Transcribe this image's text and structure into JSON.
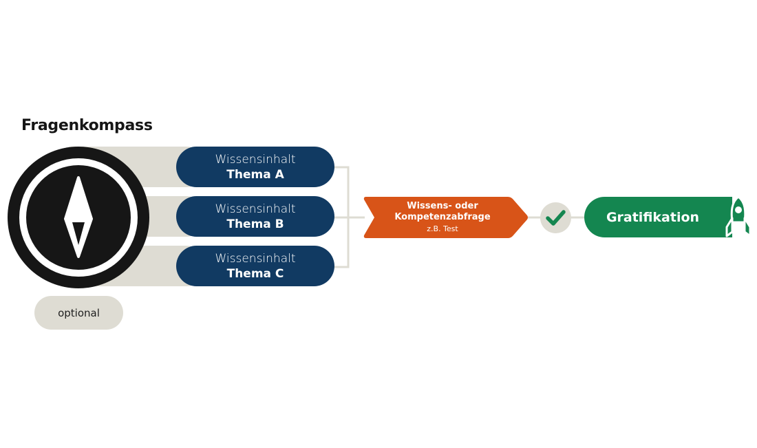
{
  "title": "Fragenkompass",
  "topics": [
    {
      "line1": "Wissensinhalt",
      "line2": "Thema A"
    },
    {
      "line1": "Wissensinhalt",
      "line2": "Thema B"
    },
    {
      "line1": "Wissensinhalt",
      "line2": "Thema C"
    }
  ],
  "optional_label": "optional",
  "test": {
    "line1": "Wissens- oder",
    "line2": "Kompetenzabfrage",
    "sub": "z.B. Test"
  },
  "reward": "Gratifikation",
  "icons": {
    "compass": "compass-icon",
    "check": "check-icon",
    "rocket": "rocket-icon"
  },
  "colors": {
    "dark_blue": "#113a62",
    "beige": "#dedcd3",
    "orange": "#d85418",
    "green": "#148650",
    "black": "#161616"
  }
}
